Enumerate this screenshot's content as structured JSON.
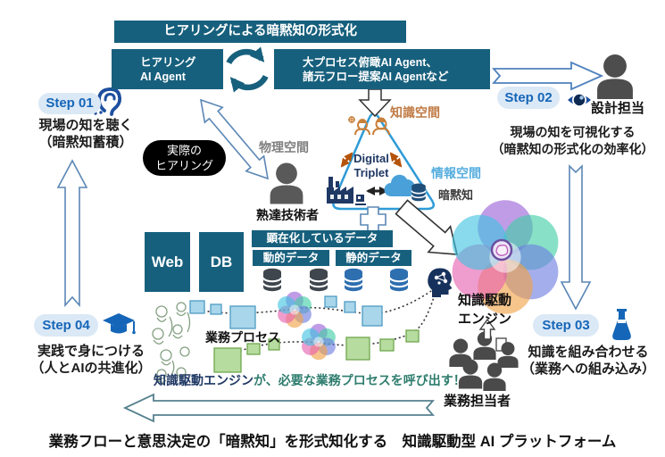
{
  "banner": {
    "title": "ヒアリングによる暗黙知の形式化"
  },
  "agents": {
    "hearing": {
      "line1": "ヒアリング",
      "line2": "AI Agent"
    },
    "overview": {
      "line1": "大プロセス俯瞰AI Agent、",
      "line2": "諸元フロー提案AI Agentなど"
    }
  },
  "steps": {
    "s1": {
      "badge": "Step 01",
      "desc1": "現場の知を聴く",
      "desc2": "（暗黙知蓄積）"
    },
    "s2": {
      "badge": "Step 02",
      "role": "設計担当",
      "desc1": "現場の知を可視化する",
      "desc2": "（暗黙知の形式化の効率化）"
    },
    "s3": {
      "badge": "Step 03",
      "desc1": "知識を組み合わせる",
      "desc2": "（業務への組み込み）"
    },
    "s4": {
      "badge": "Step 04",
      "desc1": "実践で身につける",
      "desc2": "（人とAIの共進化）"
    }
  },
  "hearing_note": {
    "line1": "実際の",
    "line2": "ヒアリング"
  },
  "spaces": {
    "knowledge": "知識空間",
    "physical": "物理空間",
    "information": "情報空間",
    "tacit": "暗黙知"
  },
  "triplet": {
    "line1": "Digital",
    "line2": "Triplet"
  },
  "expert_label": "熟達技術者",
  "data_sources": {
    "web": "Web",
    "db": "DB",
    "explicit_header": "顕在化しているデータ",
    "dynamic_label": "動的データ",
    "static_label": "静的データ"
  },
  "engine": {
    "line1": "知識駆動",
    "line2": "エンジン"
  },
  "process": {
    "label": "業務プロセス"
  },
  "callout": {
    "head": "知識駆動エンジン",
    "tail": "が、必要な業務プロセスを呼び出す！"
  },
  "staff_label": "業務担当者",
  "caption": "業務フローと意思決定の「暗黙知」を形式知化する　知識駆動型 AI プラットフォーム",
  "colors": {
    "box_teal": "#17607d",
    "step_blue": "#1566b8",
    "pill_bg": "#dbe8f6",
    "knowledge_orange": "#c07b45",
    "info_blue": "#56aede",
    "physical_gray": "#7f7f7f",
    "navy": "#1f3864",
    "callout_teal": "#2e7d6e",
    "hearing_badge_black": "#000000"
  }
}
